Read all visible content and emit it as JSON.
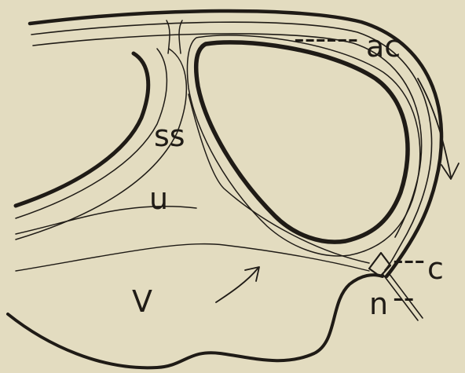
{
  "diagram": {
    "background_color": "#e3dcc0",
    "ink_color": "#1f1b16",
    "labels": {
      "ac": "ac",
      "ss": "ss",
      "u": "u",
      "v": "V",
      "c": "c",
      "n": "n"
    },
    "leader_dashes": {
      "ac": "------",
      "c": "---",
      "n": "--"
    }
  }
}
